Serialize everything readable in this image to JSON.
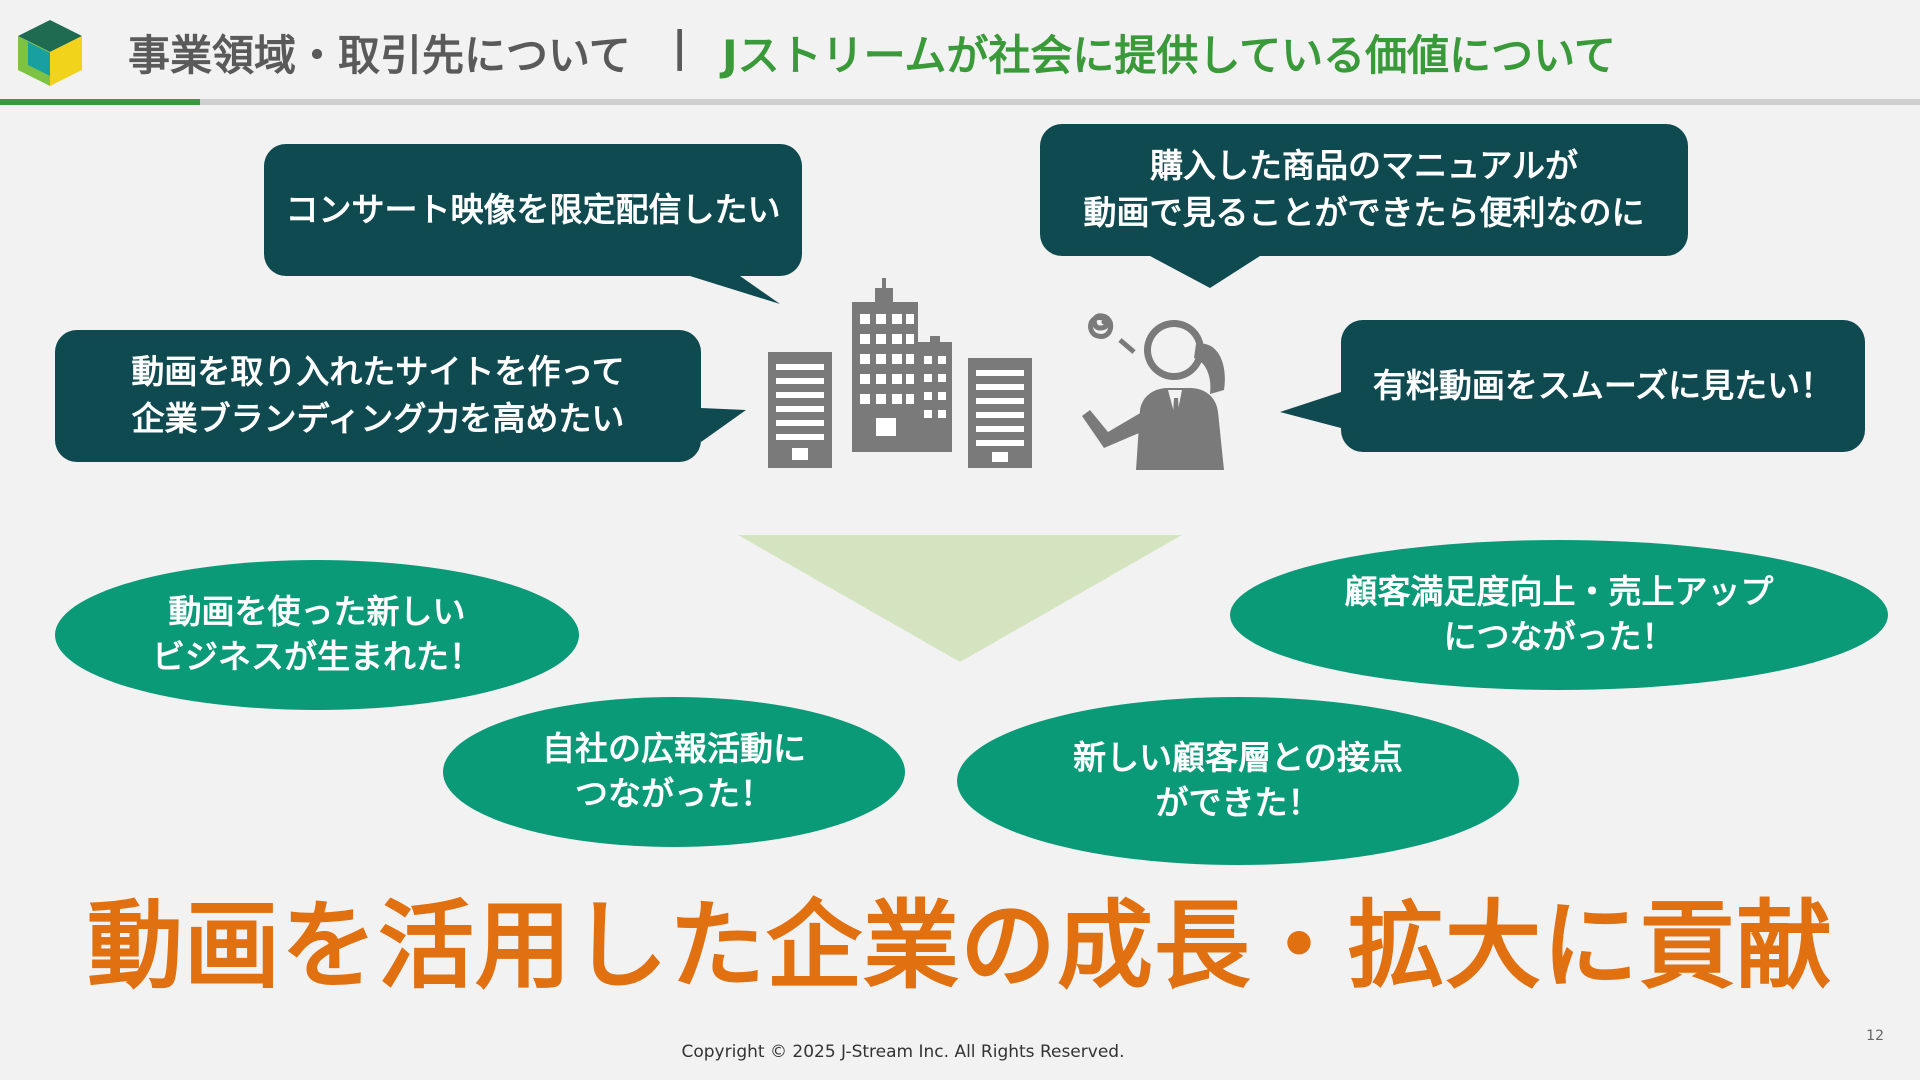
{
  "header": {
    "title_main": "事業領域・取引先について",
    "separator": "|",
    "title_sub": "Jストリームが社会に提供している価値について"
  },
  "speech_bubbles": [
    "コンサート映像を限定配信したい",
    "購入した商品のマニュアルが\n動画で見ることができたら便利なのに",
    "動画を取り入れたサイトを作って\n企業ブランディング力を高めたい",
    "有料動画をスムーズに見たい！"
  ],
  "outcomes": [
    "動画を使った新しい\nビジネスが生まれた！",
    "自社の広報活動に\nつながった！",
    "新しい顧客層との接点\nができた！",
    "顧客満足度向上・売上アップ\nにつながった！"
  ],
  "headline": "動画を活用した企業の成長・拡大に貢献",
  "footer": {
    "copyright": "Copyright © 2025 J-Stream Inc. All Rights Reserved.",
    "page_number": "12"
  },
  "colors": {
    "accent_green": "#3a9a3a",
    "bubble_dark": "#0e4a4f",
    "ellipse_green": "#0a9a78",
    "headline_orange": "#e07010",
    "triangle_light": "#d5e4c0",
    "icon_gray": "#7a7a7a"
  },
  "icons": [
    "logo-cube-icon",
    "office-buildings-icon",
    "confused-person-icon"
  ]
}
